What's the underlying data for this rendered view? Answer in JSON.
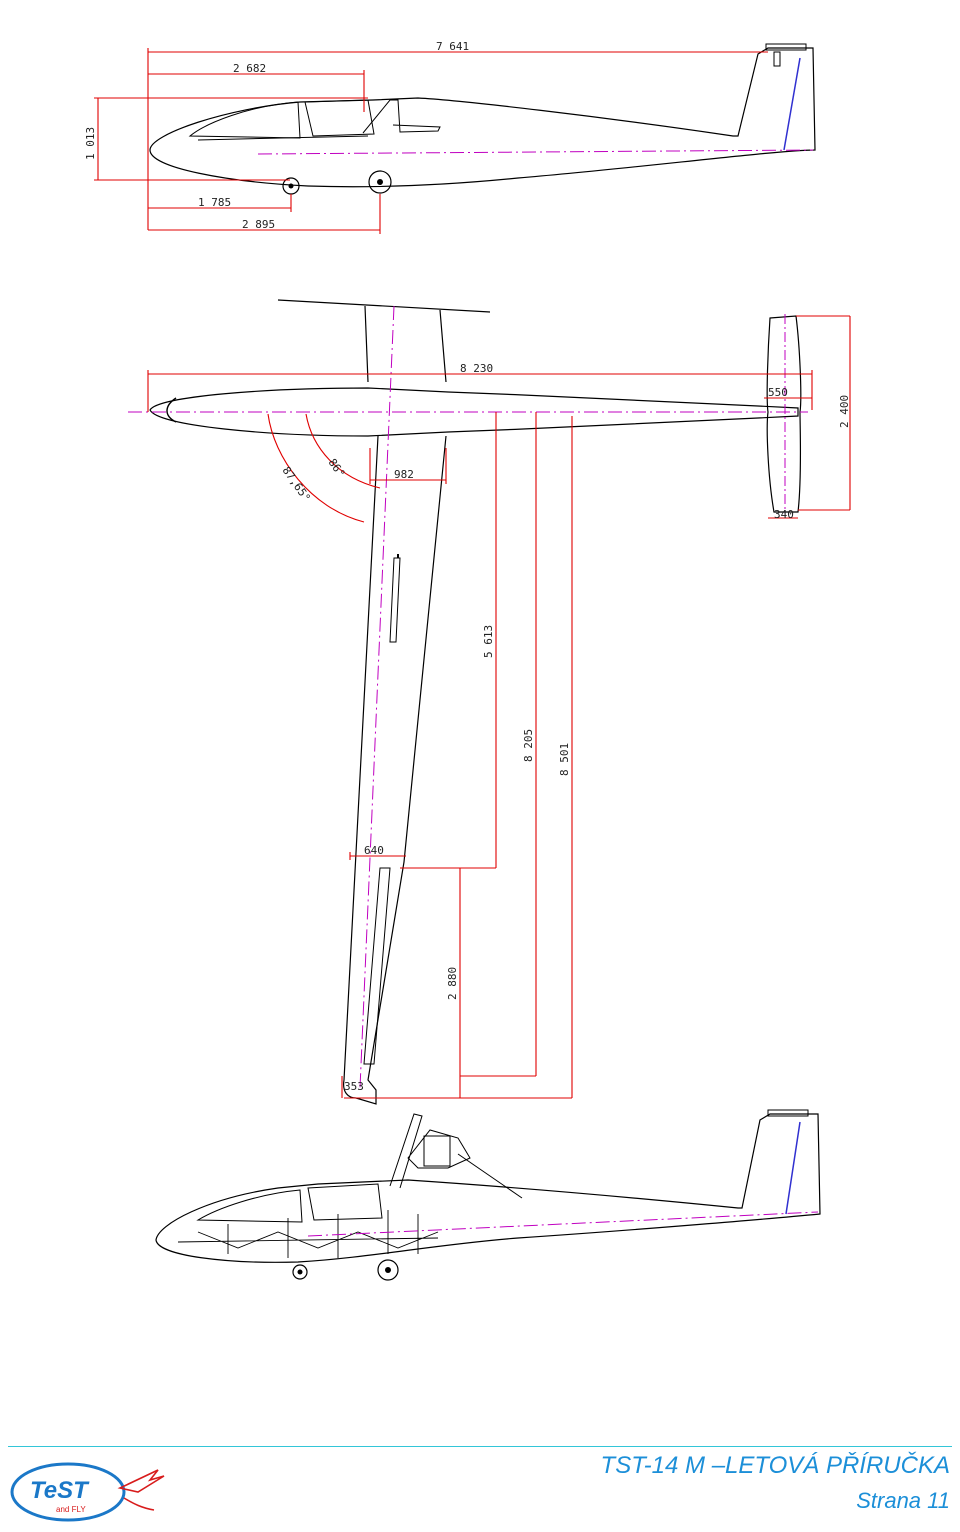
{
  "side_view": {
    "dims": {
      "overall_length": "7 641",
      "canopy_length": "2 682",
      "height": "1 013",
      "nose_to_front_wheel": "1 785",
      "nose_to_main_wheel": "2 895"
    }
  },
  "top_view": {
    "dims": {
      "fuselage_length": "8 230",
      "stabilizer_chord": "550",
      "stabilizer_span": "2 400",
      "elevator_tip": "340",
      "wing_root_chord": "982",
      "angle_1": "87,65°",
      "angle_2": "86°",
      "flap_span": "5 613",
      "aileron_span": "8 205",
      "half_span": "8 501",
      "mid_chord": "640",
      "aileron_length": "2 880",
      "tip_chord": "353"
    }
  },
  "colors": {
    "outline": "#000000",
    "dimension": "#e00000",
    "centerline": "#c000c0",
    "footer": "#1c8fd8",
    "rule": "#33c6d8",
    "logo_blue": "#1b78c8",
    "logo_red": "#d81c1c"
  },
  "footer": {
    "title": "TST-14 M –LETOVÁ PŘÍRUČKA",
    "page": "Strana 11"
  },
  "logo": {
    "main": "TeST",
    "sub": "and FLY"
  }
}
